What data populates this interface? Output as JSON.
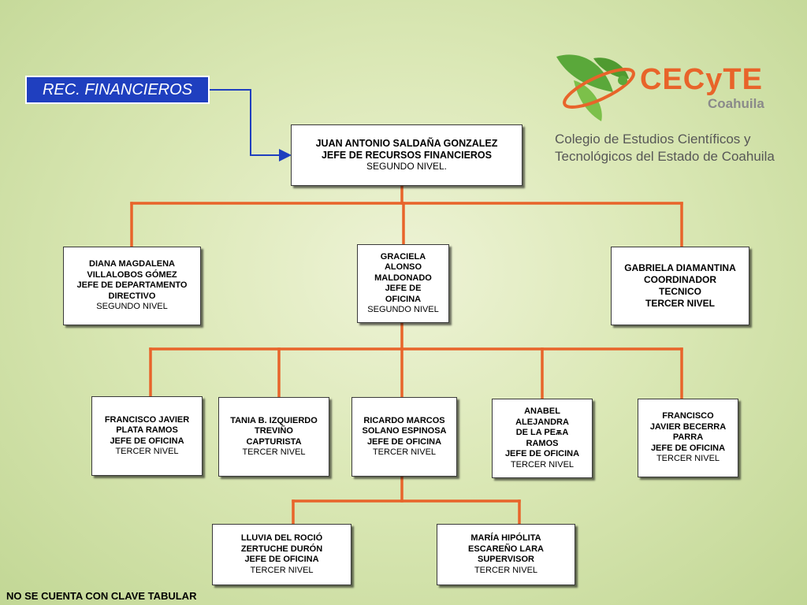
{
  "department_tag": "REC. FINANCIEROS",
  "logo": {
    "brand": "CECyTE",
    "state": "Coahuila",
    "full_name": "Colegio de Estudios Científicos y\nTecnológicos del Estado de Coahuila"
  },
  "nodes": {
    "head": {
      "bold": "JUAN ANTONIO SALDAÑA GONZALEZ\nJEFE DE RECURSOS FINANCIEROS",
      "normal": "SEGUNDO NIVEL."
    },
    "diana": {
      "bold": "DIANA MAGDALENA\nVILLALOBOS GÓMEZ\nJEFE DE DEPARTAMENTO\nDIRECTIVO",
      "normal": "SEGUNDO NIVEL"
    },
    "graciela": {
      "bold": "GRACIELA\nALONSO\nMALDONADO\nJEFE DE\nOFICINA",
      "normal": "SEGUNDO NIVEL"
    },
    "gabriela": {
      "bold": "GABRIELA DIAMANTINA\nCOORDINADOR\nTECNICO\nTERCER NIVEL",
      "normal": ""
    },
    "francisco_plata": {
      "bold": "FRANCISCO  JAVIER\nPLATA RAMOS\nJEFE DE OFICINA",
      "normal": "TERCER NIVEL"
    },
    "tania": {
      "bold": "TANIA B. IZQUIERDO\nTREVIÑO\nCAPTURISTA",
      "normal": "TERCER NIVEL"
    },
    "ricardo": {
      "bold": "RICARDO MARCOS\nSOLANO ESPINOSA\nJEFE DE OFICINA",
      "normal": "TERCER NIVEL"
    },
    "anabel": {
      "bold": "ANABEL\nALEJANDRA\nDE LA PEѫA\nRAMOS\nJEFE DE OFICINA",
      "normal": "TERCER NIVEL"
    },
    "francisco_becerra": {
      "bold": "FRANCISCO\nJAVIER BECERRA\nPARRA\nJEFE DE OFICINA",
      "normal": "TERCER NIVEL"
    },
    "lluvia": {
      "bold": "LLUVIA  DEL ROCIÓ\nZERTUCHE DURÓN\nJEFE DE OFICINA",
      "normal": "TERCER NIVEL"
    },
    "maria": {
      "bold": "MARÍA HIPÓLITA\nESCAREÑO LARA\nSUPERVISOR",
      "normal": "TERCER NIVEL"
    }
  },
  "footer_note": "NO SE CUENTA CON CLAVE TABULAR",
  "colors": {
    "connector": "#e8642a",
    "tag_bg": "#1f3fbf",
    "arrow": "#1f3fbf"
  }
}
